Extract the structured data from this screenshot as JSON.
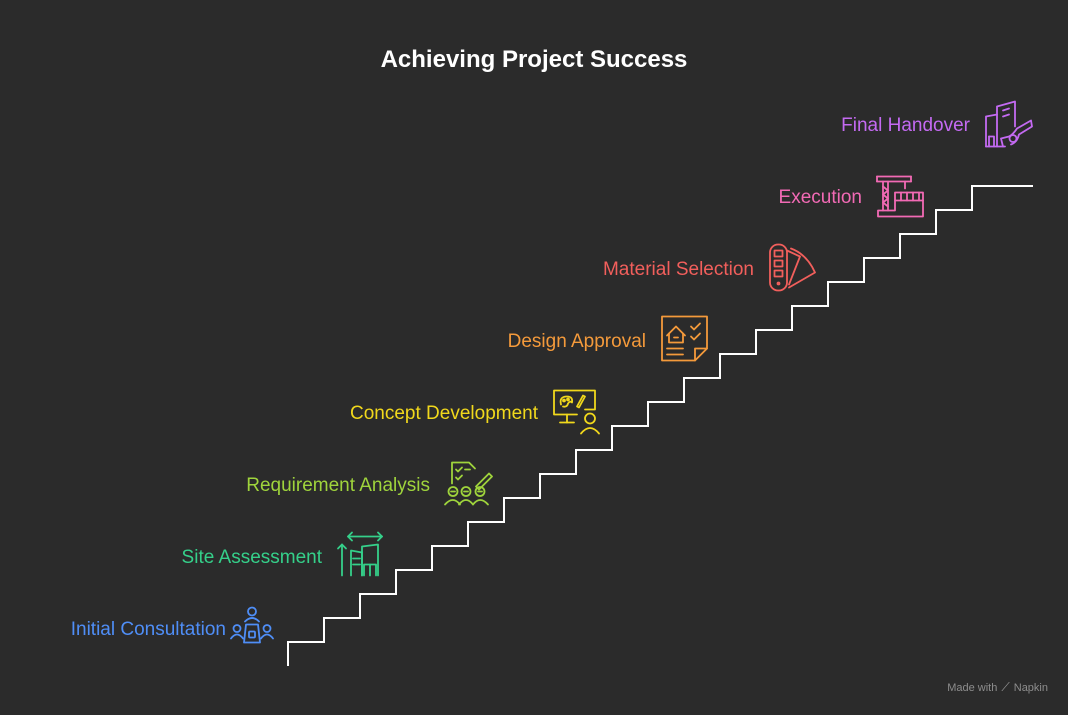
{
  "title": "Achieving Project Success",
  "steps": [
    {
      "label": "Initial Consultation",
      "color": "#4f8ef7",
      "icon": "meeting-icon"
    },
    {
      "label": "Site Assessment",
      "color": "#35d08a",
      "icon": "buildings-measure-icon"
    },
    {
      "label": "Requirement Analysis",
      "color": "#9fd43c",
      "icon": "checklist-team-icon"
    },
    {
      "label": "Concept Development",
      "color": "#f1d81c",
      "icon": "presentation-designer-icon"
    },
    {
      "label": "Design Approval",
      "color": "#f49a3b",
      "icon": "approved-house-plan-icon"
    },
    {
      "label": "Material Selection",
      "color": "#f25f5c",
      "icon": "material-swatches-icon"
    },
    {
      "label": "Execution",
      "color": "#f26ab5",
      "icon": "crane-construction-icon"
    },
    {
      "label": "Final Handover",
      "color": "#c46af2",
      "icon": "building-key-icon"
    }
  ],
  "brand": {
    "prefix": "Made with",
    "name": "Napkin"
  }
}
